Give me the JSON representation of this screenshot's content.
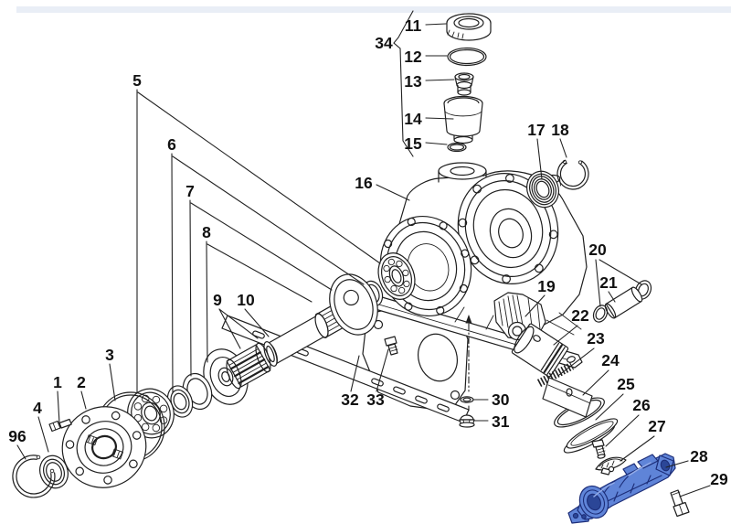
{
  "diagram": {
    "type": "exploded-parts-diagram",
    "highlighted_part": "28",
    "colors": {
      "background": "#ffffff",
      "line": "#1f1f1f",
      "highlight_fill": "#5f84d8",
      "highlight_outline": "#1c2d78"
    },
    "grouping": {
      "bracket_34_includes": [
        "11",
        "12",
        "13",
        "14",
        "15"
      ]
    },
    "part_numbers": {
      "n1": "1",
      "n2": "2",
      "n3": "3",
      "n4": "4",
      "n5": "5",
      "n6": "6",
      "n7": "7",
      "n8": "8",
      "n9": "9",
      "n10": "10",
      "n11": "11",
      "n12": "12",
      "n13": "13",
      "n14": "14",
      "n15": "15",
      "n16": "16",
      "n17": "17",
      "n18": "18",
      "n19": "19",
      "n20": "20",
      "n21": "21",
      "n22": "22",
      "n23": "23",
      "n24": "24",
      "n25": "25",
      "n26": "26",
      "n27": "27",
      "n28": "28",
      "n29": "29",
      "n30": "30",
      "n31": "31",
      "n32": "32",
      "n33": "33",
      "n34": "34",
      "n96": "96"
    }
  }
}
